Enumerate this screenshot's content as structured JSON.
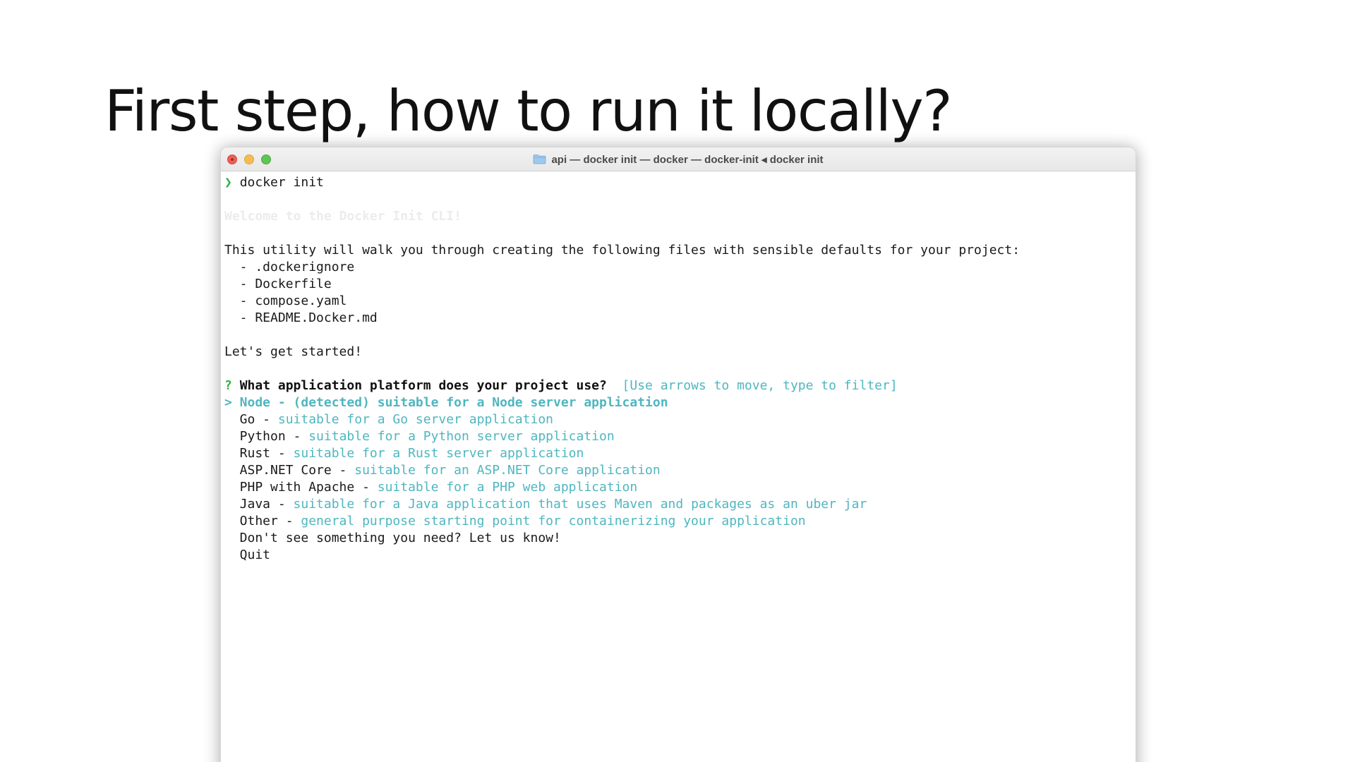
{
  "slide": {
    "title": "First step, how to run it locally?"
  },
  "window": {
    "title": "api — docker init — docker — docker-init ◂ docker init",
    "colors": {
      "close": "#ed5f57",
      "minimize": "#f5bd4f",
      "zoom": "#61c454",
      "prompt_green": "#2fb142",
      "cyan": "#4fb6c0"
    }
  },
  "terminal": {
    "prompt_symbol": "❯",
    "command": "docker init",
    "welcome": "Welcome to the Docker Init CLI!",
    "intro": "This utility will walk you through creating the following files with sensible defaults for your project:",
    "files": [
      "  - .dockerignore",
      "  - Dockerfile",
      "  - compose.yaml",
      "  - README.Docker.md"
    ],
    "started": "Let's get started!",
    "question_mark": "?",
    "question": "What application platform does your project use?",
    "hint": "  [Use arrows to move, type to filter]",
    "selected_option": "> Node - (detected) suitable for a Node server application",
    "options": [
      {
        "name": "  Go - ",
        "desc": "suitable for a Go server application"
      },
      {
        "name": "  Python - ",
        "desc": "suitable for a Python server application"
      },
      {
        "name": "  Rust - ",
        "desc": "suitable for a Rust server application"
      },
      {
        "name": "  ASP.NET Core - ",
        "desc": "suitable for an ASP.NET Core application"
      },
      {
        "name": "  PHP with Apache - ",
        "desc": "suitable for a PHP web application"
      },
      {
        "name": "  Java - ",
        "desc": "suitable for a Java application that uses Maven and packages as an uber jar"
      },
      {
        "name": "  Other - ",
        "desc": "general purpose starting point for containerizing your application"
      },
      {
        "name": "  Don't see something you need? Let us know!",
        "desc": ""
      },
      {
        "name": "  Quit",
        "desc": ""
      }
    ]
  }
}
